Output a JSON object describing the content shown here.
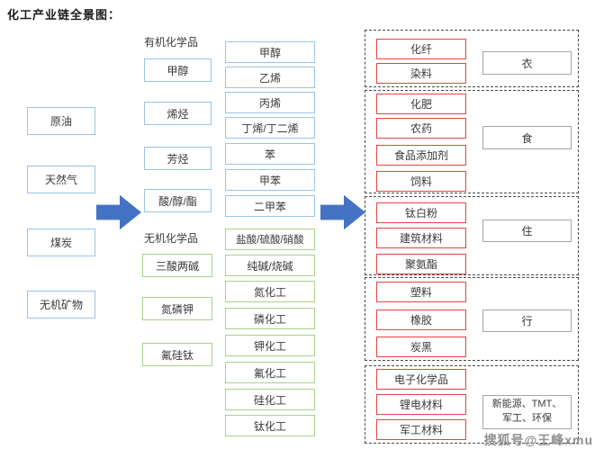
{
  "title": "化工产业链全景图：",
  "colors": {
    "blue_border": "#9DC3E6",
    "green_border": "#A9D18E",
    "red_border": "#E8433F",
    "gray_border": "#A6A6A6",
    "arrow_blue": "#4472C4",
    "dashed_group": "#4a4a4a"
  },
  "sources": {
    "items": [
      "原油",
      "天然气",
      "煤炭",
      "无机矿物"
    ]
  },
  "intermediates": {
    "organic_header": "有机化学品",
    "organic": [
      "甲醇",
      "烯烃",
      "芳烃",
      "酸/醇/酯"
    ],
    "inorganic_header": "无机化学品",
    "inorganic": [
      "三酸两碱",
      "氮磷钾",
      "氟硅钛"
    ]
  },
  "products": {
    "organic": [
      "甲醇",
      "乙烯",
      "丙烯",
      "丁烯/丁二烯",
      "苯",
      "甲苯",
      "二甲苯"
    ],
    "inorganic": [
      "盐酸/硫酸/硝酸",
      "纯碱/烧碱",
      "氮化工",
      "磷化工",
      "钾化工",
      "氟化工",
      "硅化工",
      "钛化工"
    ]
  },
  "applications": {
    "groups": [
      {
        "label": "衣",
        "items": [
          "化纤",
          "染料"
        ]
      },
      {
        "label": "食",
        "items": [
          "化肥",
          "农药",
          "食品添加剂",
          "饲料"
        ]
      },
      {
        "label": "住",
        "items": [
          "钛白粉",
          "建筑材料",
          "聚氨酯"
        ]
      },
      {
        "label": "行",
        "items": [
          "塑料",
          "橡胶",
          "炭黑"
        ]
      },
      {
        "label": "新能源、TMT、军工、环保",
        "items": [
          "电子化学品",
          "锂电材料",
          "军工材料"
        ]
      }
    ]
  },
  "watermark": "搜狐号@王峰xmu"
}
